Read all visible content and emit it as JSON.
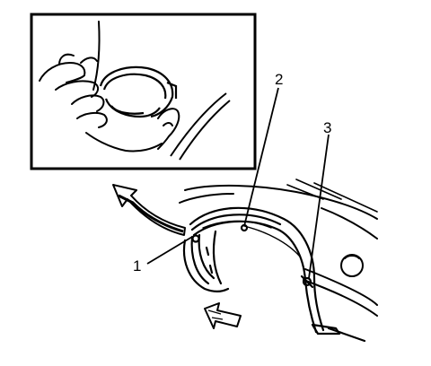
{
  "diagram": {
    "callouts": [
      {
        "id": "1",
        "label": "1"
      },
      {
        "id": "2",
        "label": "2"
      },
      {
        "id": "3",
        "label": "3"
      }
    ],
    "inset": {
      "shows": "hand-pulling-retainer-clip"
    },
    "arrows": [
      "curved-detail-arrow-icon",
      "hollow-direction-arrow-icon"
    ]
  }
}
